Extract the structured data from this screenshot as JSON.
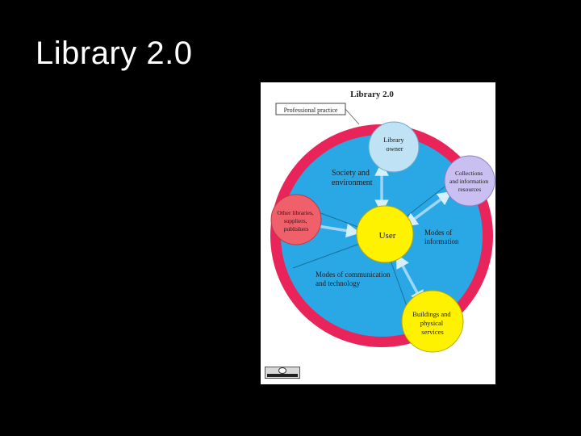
{
  "slide": {
    "title": "Library 2.0"
  },
  "diagram": {
    "title": "Library 2.0",
    "practice_label": "Professional practice",
    "center": {
      "label": "User"
    },
    "nodes": {
      "library_owner": [
        "Library",
        "owner"
      ],
      "collections": [
        "Collections",
        "and information",
        "resources"
      ],
      "other_libraries": [
        "Other libraries,",
        "suppliers,",
        "publishers"
      ],
      "buildings": [
        "Buildings and",
        "physical",
        "services"
      ]
    },
    "regions": {
      "society": [
        "Society and",
        "environment"
      ],
      "modes_information": [
        "Modes of",
        "information"
      ],
      "modes_communication": [
        "Modes of communication",
        "and technology"
      ]
    },
    "colors": {
      "outer_ring": "#e8245a",
      "inner_field": "#2aa8e6",
      "user_circle": "#fff200",
      "library_owner": "#bfe3f5",
      "collections": "#c9bff0",
      "other_libraries": "#f0606a",
      "buildings": "#fff200",
      "arrows": "#9fd6f5"
    },
    "license_badge": {
      "icon": "creative-commons-icon"
    }
  }
}
